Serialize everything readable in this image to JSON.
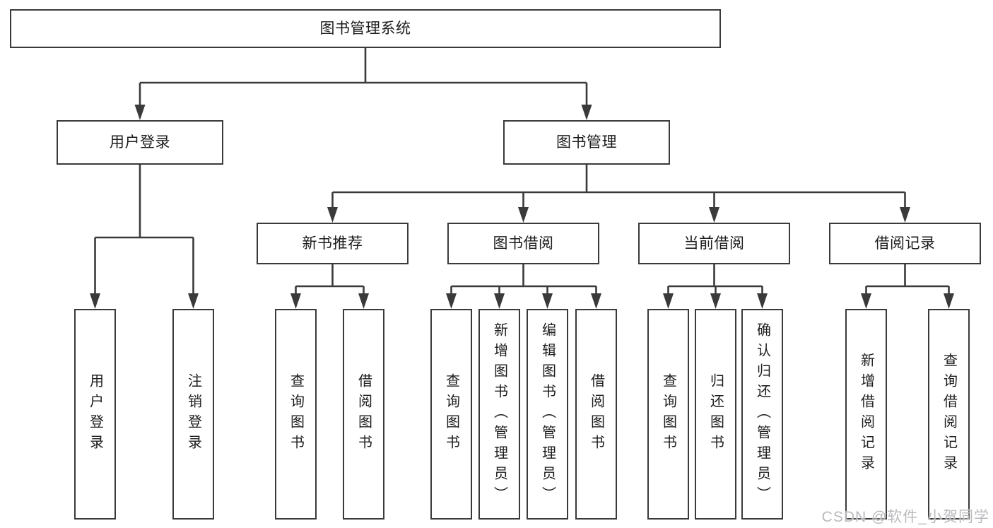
{
  "tree": {
    "root": {
      "label": "图书管理系统",
      "children": [
        {
          "label": "用户登录",
          "children": [
            {
              "label": "用户登录"
            },
            {
              "label": "注销登录"
            }
          ]
        },
        {
          "label": "图书管理",
          "children": [
            {
              "label": "新书推荐",
              "children": [
                {
                  "label": "查询图书"
                },
                {
                  "label": "借阅图书"
                }
              ]
            },
            {
              "label": "图书借阅",
              "children": [
                {
                  "label": "查询图书"
                },
                {
                  "label": "新增图书（管理员）"
                },
                {
                  "label": "编辑图书（管理员）"
                },
                {
                  "label": "借阅图书"
                }
              ]
            },
            {
              "label": "当前借阅",
              "children": [
                {
                  "label": "查询图书"
                },
                {
                  "label": "归还图书"
                },
                {
                  "label": "确认归还（管理员）"
                }
              ]
            },
            {
              "label": "借阅记录",
              "children": [
                {
                  "label": "新增借阅记录"
                },
                {
                  "label": "查询借阅记录"
                }
              ]
            }
          ]
        }
      ]
    }
  },
  "watermark": {
    "text": "CSDN @软件_小贺同学"
  },
  "colors": {
    "line": "#3a3a3a",
    "text": "#1c1c1c",
    "watermark": "#b9babd",
    "bg": "#ffffff"
  }
}
